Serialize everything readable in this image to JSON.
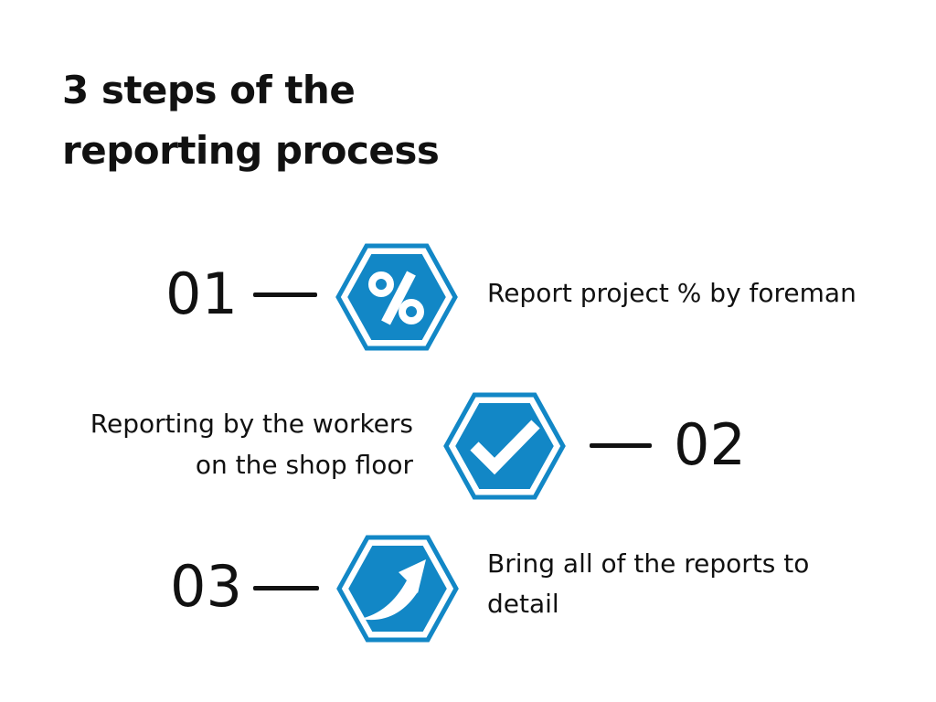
{
  "title": {
    "line1": "3 steps of the",
    "line2": "reporting process"
  },
  "steps": [
    {
      "number": "01",
      "lines": [
        "Report project % by foreman"
      ],
      "icon": "percent-icon",
      "number_side": "left"
    },
    {
      "number": "02",
      "lines": [
        "Reporting by the workers",
        "on the shop floor"
      ],
      "icon": "checkmark-icon",
      "number_side": "right"
    },
    {
      "number": "03",
      "lines": [
        "Bring all of the reports to",
        "detail"
      ],
      "icon": "growth-arrow-icon",
      "number_side": "left"
    }
  ],
  "colors": {
    "hexagon_blue": "#1287C6",
    "icon_white": "#FFFFFF",
    "text": "#111111",
    "background": "#FFFFFF"
  }
}
